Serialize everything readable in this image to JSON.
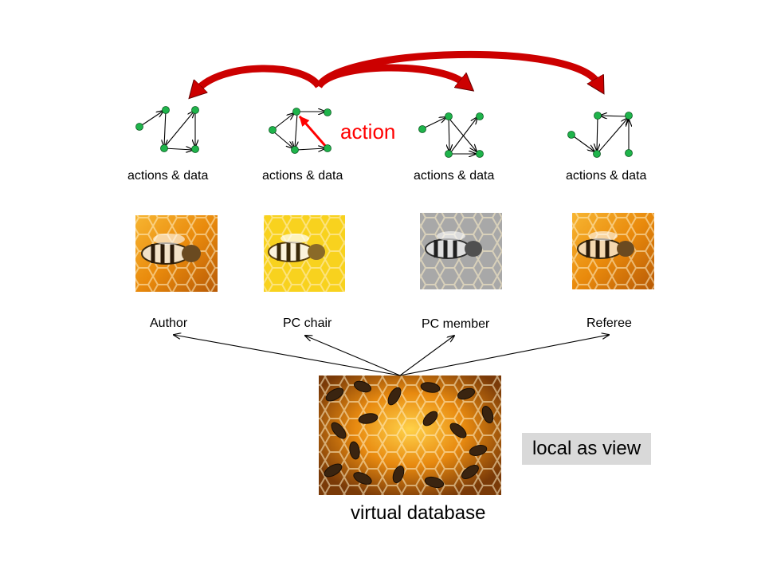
{
  "panes": [
    {
      "label": "actions &  data"
    },
    {
      "label": "actions &  data"
    },
    {
      "label": "actions &  data"
    },
    {
      "label": "actions &  data"
    }
  ],
  "action_label": "action",
  "roles": [
    {
      "name": "Author",
      "tint": "#e89a1a"
    },
    {
      "name": "PC chair",
      "tint": "#f5d020"
    },
    {
      "name": "PC member",
      "tint": "#9a9a9a"
    },
    {
      "name": "Referee",
      "tint": "#e8801a"
    }
  ],
  "badge": "local as view",
  "database_label": "virtual database",
  "colors": {
    "node": "#1fb44b",
    "action_arrow": "#ff0000",
    "big_arrow": "#cc0000",
    "honey": "#e88a10"
  }
}
